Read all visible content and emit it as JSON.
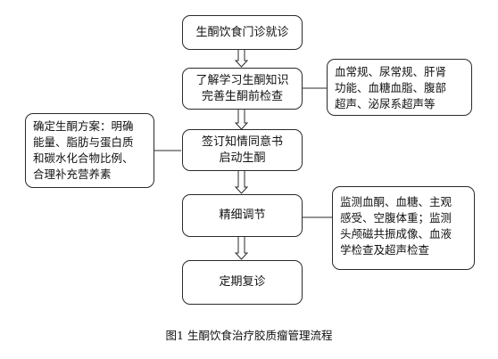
{
  "steps": [
    {
      "lines": [
        "生酮饮食门诊就诊"
      ]
    },
    {
      "lines": [
        "了解学习生酮知识",
        "完善生酮前检查"
      ]
    },
    {
      "lines": [
        "签订知情同意书",
        "启动生酮"
      ]
    },
    {
      "lines": [
        "精细调节"
      ]
    },
    {
      "lines": [
        "定期复诊"
      ]
    }
  ],
  "notes": {
    "exam": [
      "血常规、尿常规、肝肾",
      "功能、血糖血脂、腹部",
      "超声、泌尿系超声等"
    ],
    "plan": [
      "确定生酮方案：明确",
      "能量、脂肪与蛋白质",
      "和碳水化合物比例、",
      "合理补充营养素"
    ],
    "monitor": [
      "监测血酮、血糖、主观",
      "感受、空腹体重；监测",
      "头颅磁共振成像、血液",
      "学检查及超声检查"
    ]
  },
  "caption": "图1  生酮饮食治疗胶质瘤管理流程"
}
